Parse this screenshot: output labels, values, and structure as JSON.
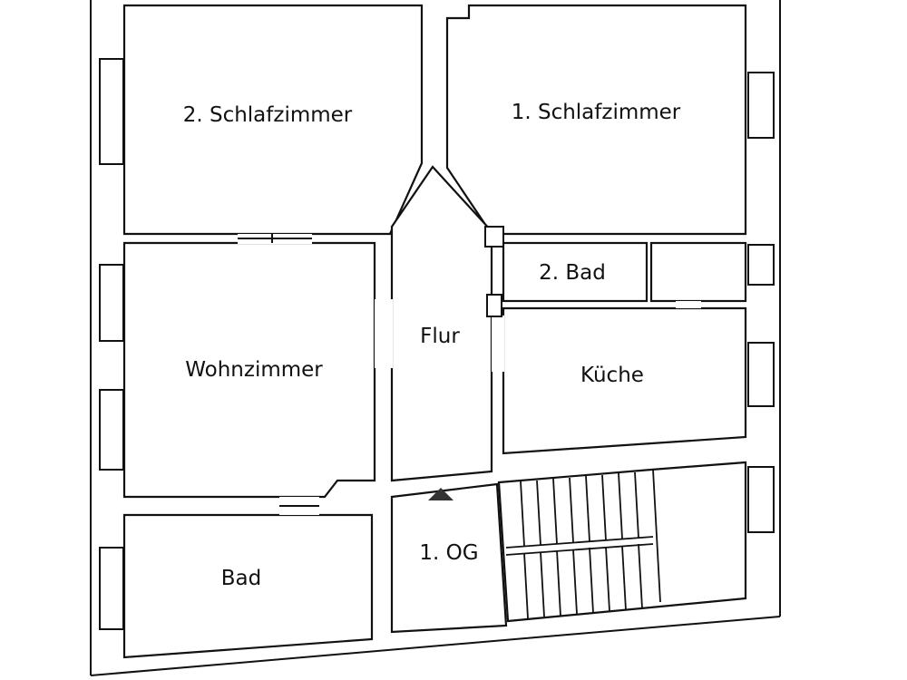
{
  "floorplan": {
    "level_label": "1. OG",
    "rooms": {
      "bedroom_2": "2. Schlafzimmer",
      "bedroom_1": "1. Schlafzimmer",
      "bathroom_2": "2. Bad",
      "hallway": "Flur",
      "living_room": "Wohnzimmer",
      "kitchen": "Küche",
      "bathroom": "Bad"
    },
    "colors": {
      "line": "#111111",
      "background": "#ffffff"
    }
  }
}
